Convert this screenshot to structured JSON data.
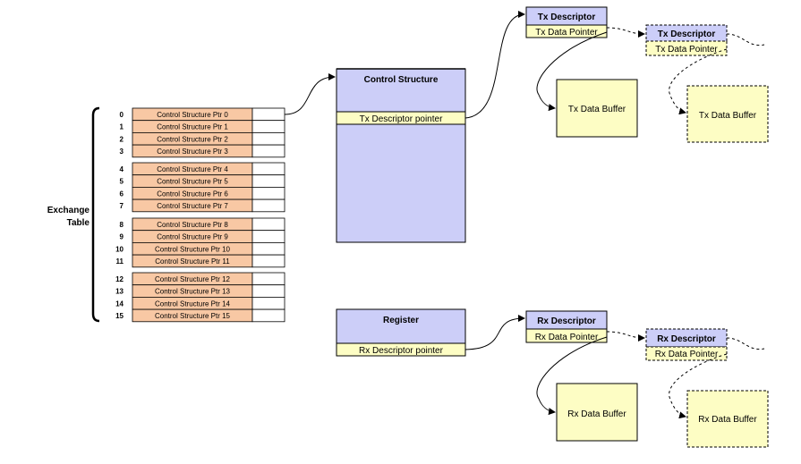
{
  "exchange_table": {
    "label_line1": "Exchange",
    "label_line2": "Table",
    "groups": [
      {
        "rows": [
          {
            "index": "0",
            "label": "Control Structure Ptr 0"
          },
          {
            "index": "1",
            "label": "Control Structure Ptr 1"
          },
          {
            "index": "2",
            "label": "Control Structure Ptr 2"
          },
          {
            "index": "3",
            "label": "Control Structure Ptr 3"
          }
        ]
      },
      {
        "rows": [
          {
            "index": "4",
            "label": "Control Structure Ptr 4"
          },
          {
            "index": "5",
            "label": "Control Structure Ptr 5"
          },
          {
            "index": "6",
            "label": "Control Structure Ptr 6"
          },
          {
            "index": "7",
            "label": "Control Structure Ptr 7"
          }
        ]
      },
      {
        "rows": [
          {
            "index": "8",
            "label": "Control Structure Ptr 8"
          },
          {
            "index": "9",
            "label": "Control Structure Ptr 9"
          },
          {
            "index": "10",
            "label": "Control Structure Ptr 10"
          },
          {
            "index": "11",
            "label": "Control Structure Ptr 11"
          }
        ]
      },
      {
        "rows": [
          {
            "index": "12",
            "label": "Control Structure Ptr 12"
          },
          {
            "index": "13",
            "label": "Control Structure Ptr 13"
          },
          {
            "index": "14",
            "label": "Control Structure Ptr 14"
          },
          {
            "index": "15",
            "label": "Control Structure Ptr 15"
          }
        ]
      }
    ]
  },
  "control_structure": {
    "title": "Control Structure",
    "field": "Tx Descriptor pointer"
  },
  "register": {
    "title": "Register",
    "field": "Rx Descriptor pointer"
  },
  "tx": {
    "descriptor_title": "Tx Descriptor",
    "data_pointer": "Tx Data Pointer",
    "data_buffer": "Tx Data Buffer",
    "next_descriptor_title": "Tx Descriptor",
    "next_data_pointer": "Tx Data Pointer",
    "next_data_buffer": "Tx Data Buffer"
  },
  "rx": {
    "descriptor_title": "Rx Descriptor",
    "data_pointer": "Rx Data Pointer",
    "data_buffer": "Rx Data Buffer",
    "next_descriptor_title": "Rx Descriptor",
    "next_data_pointer": "Rx Data Pointer",
    "next_data_buffer": "Rx Data Buffer"
  },
  "colors": {
    "ptr_fill": "#f8c8a4",
    "struct_fill": "#cccef8",
    "field_fill": "#fdfdc4",
    "buffer_fill": "#fdfdc4",
    "line": "#000000"
  }
}
